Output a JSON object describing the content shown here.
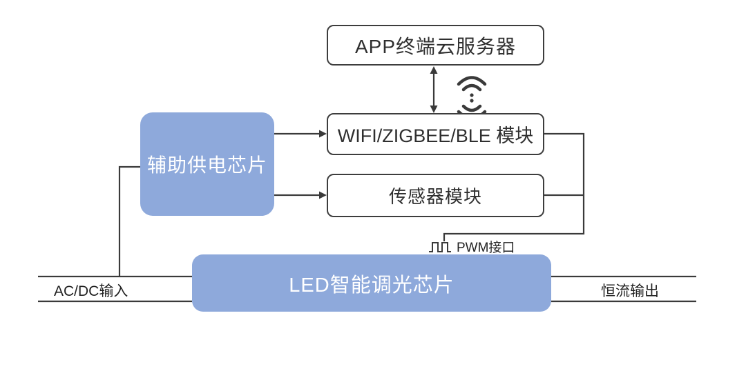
{
  "diagram": {
    "nodes": {
      "cloud_server": {
        "label": "APP终端云服务器"
      },
      "wireless_module": {
        "label": "WIFI/ZIGBEE/BLE 模块"
      },
      "sensor_module": {
        "label": "传感器模块"
      },
      "aux_power_chip": {
        "label": "辅助供电芯片"
      },
      "led_dimming_chip": {
        "label": "LED智能调光芯片"
      }
    },
    "labels": {
      "ac_dc_input": "AC/DC输入",
      "constant_current_output": "恒流输出",
      "pwm_interface": "PWM接口"
    },
    "icons": {
      "wireless": "wireless-signal-icon",
      "pwm_waveform": "pwm-waveform-icon"
    },
    "colors": {
      "node_fill_blue": "#8EA9DB",
      "node_fill_white": "#FFFFFF",
      "line": "#3A3A3A",
      "text_dark": "#2F2F2F",
      "text_light": "#FFFFFF",
      "background": "#FFFFFF"
    }
  }
}
